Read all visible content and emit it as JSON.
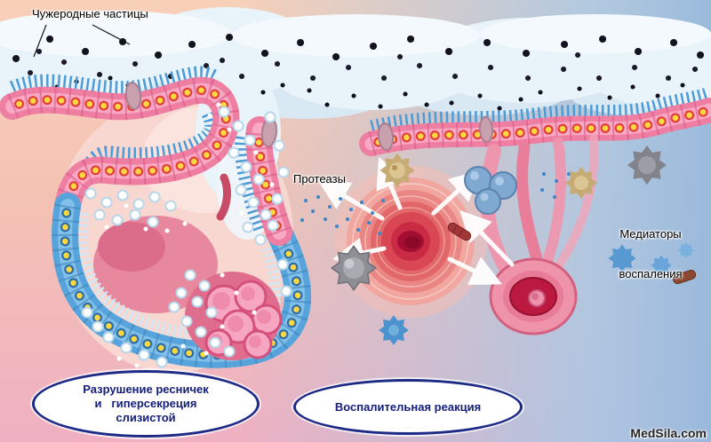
{
  "labels": {
    "foreign_particles": "Чужеродные частицы",
    "proteases": "Протеазы",
    "mediators": {
      "line1": "Медиаторы",
      "line2": "воспаления"
    }
  },
  "callouts": {
    "cilia_destruction": {
      "line1": "Разрушение ресничек",
      "line2": "и   гиперсекреция",
      "line3": "слизистой"
    },
    "inflammatory_reaction": {
      "text": "Воспалительная реакция"
    }
  },
  "watermark": "MedSila.com",
  "colors": {
    "background_peach": "#f7cdb6",
    "background_pink": "#efb0c2",
    "background_blue": "#a6c8e6",
    "mucus_light": "#e9f3fa",
    "epithelium_pink": "#ee7fa2",
    "cilia_blue": "#4e9bd6",
    "damaged_cells_blue": "#57a3db",
    "nucleus_yellow": "#ffd83d",
    "inflammation_center_red": "#a50e33",
    "vessel_pink": "#ef93ab",
    "callout_border_navy": "#1d2b87",
    "callout_text_navy": "#16207b",
    "particle_black": "#14141f"
  }
}
